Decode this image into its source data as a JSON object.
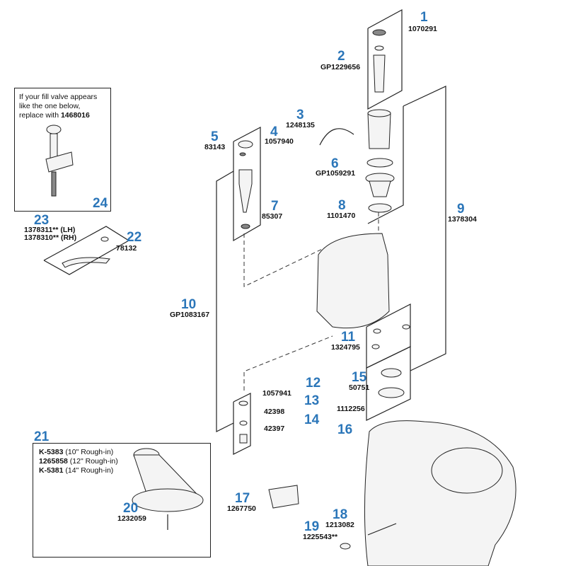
{
  "callouts": [
    {
      "num": "1",
      "part": "1070291"
    },
    {
      "num": "2",
      "part": "GP1229656"
    },
    {
      "num": "3",
      "part": "1248135"
    },
    {
      "num": "4",
      "part": "1057940"
    },
    {
      "num": "5",
      "part": "83143"
    },
    {
      "num": "6",
      "part": "GP1059291"
    },
    {
      "num": "7",
      "part": "85307"
    },
    {
      "num": "8",
      "part": "1101470"
    },
    {
      "num": "9",
      "part": "1378304"
    },
    {
      "num": "10",
      "part": "GP1083167"
    },
    {
      "num": "11",
      "part": "1324795"
    },
    {
      "num": "12",
      "part": "1057941"
    },
    {
      "num": "13",
      "part": "42398"
    },
    {
      "num": "14",
      "part": "42397"
    },
    {
      "num": "15",
      "part": "50751"
    },
    {
      "num": "16",
      "part": "1112256"
    },
    {
      "num": "17",
      "part": "1267750"
    },
    {
      "num": "18",
      "part": "1213082"
    },
    {
      "num": "19",
      "part": "1225543**"
    },
    {
      "num": "20",
      "part": "1232059"
    },
    {
      "num": "21",
      "part": ""
    },
    {
      "num": "22",
      "part": "78132"
    },
    {
      "num": "23",
      "part": "1378311** (LH)",
      "part2": "1378310** (RH)"
    },
    {
      "num": "24",
      "part": ""
    }
  ],
  "inset24": {
    "line1": "If your fill valve appears",
    "line2": "like the one below,",
    "line3": "replace with ",
    "line3_bold": "1468016"
  },
  "inset21": {
    "rows": [
      {
        "code": "K-5383",
        "desc": " (10\" Rough-in)"
      },
      {
        "code": "1265858",
        "desc": " (12\" Rough-in)"
      },
      {
        "code": "K-5381",
        "desc": " (14\" Rough-in)"
      }
    ]
  }
}
